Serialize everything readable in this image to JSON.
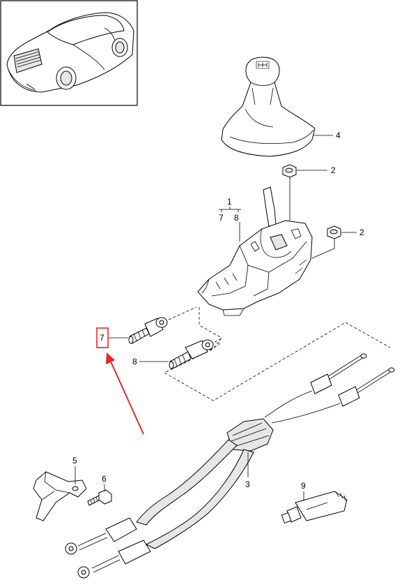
{
  "callouts": {
    "knob_gaiter": "4",
    "nut_top": "2",
    "nut_right": "2",
    "shift_assembly": "1",
    "sub_7": "7",
    "sub_8": "8",
    "bushing_7": "7",
    "bushing_8": "8",
    "cable": "3",
    "bracket": "5",
    "bolt": "6",
    "grease_tube": "9"
  },
  "colors": {
    "highlight": "#e8262b",
    "line": "#000000",
    "fill_light": "#e6e6e6"
  }
}
